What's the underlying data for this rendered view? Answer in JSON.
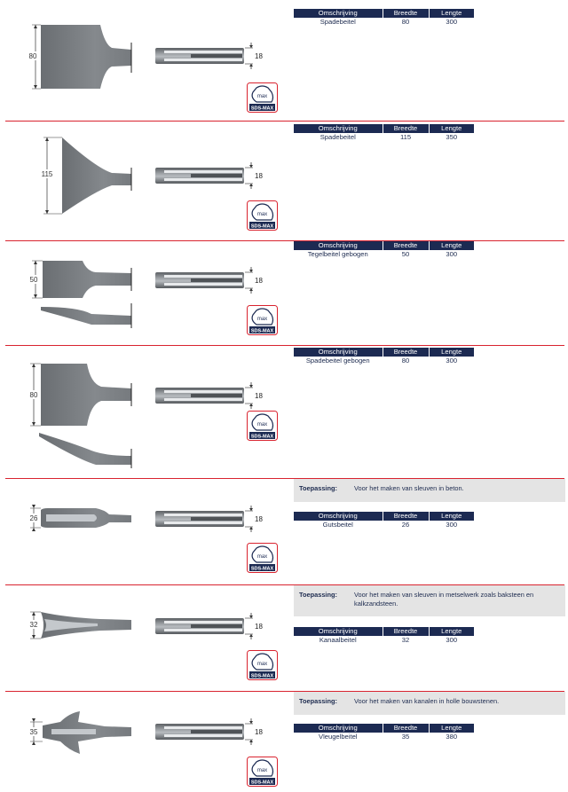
{
  "table_headers": {
    "description": "Omschrijving",
    "width": "Breedte",
    "length": "Lengte"
  },
  "application_label": "Toepassing:",
  "badge": {
    "top": "max",
    "bottom": "SDS-MAX"
  },
  "shank_dimension": "18",
  "products": [
    {
      "description": "Spadebeitel",
      "width": "80",
      "length": "300",
      "dim_label": "80",
      "application": ""
    },
    {
      "description": "Spadebeitel",
      "width": "115",
      "length": "350",
      "dim_label": "115",
      "application": ""
    },
    {
      "description": "Tegelbeitel gebogen",
      "width": "50",
      "length": "300",
      "dim_label": "50",
      "application": ""
    },
    {
      "description": "Spadebeitel gebogen",
      "width": "80",
      "length": "300",
      "dim_label": "80",
      "application": ""
    },
    {
      "description": "Gutsbeitel",
      "width": "26",
      "length": "300",
      "dim_label": "26",
      "application": "Voor het maken van sleuven in beton."
    },
    {
      "description": "Kanaalbeitel",
      "width": "32",
      "length": "300",
      "dim_label": "32",
      "application": "Voor het maken van sleuven in metselwerk zoals baksteen en kalkzandsteen."
    },
    {
      "description": "Vleugelbeitel",
      "width": "35",
      "length": "380",
      "dim_label": "35",
      "application": "Voor het maken van kanalen in holle bouwstenen."
    }
  ],
  "colors": {
    "accent": "#d9232f",
    "header_bg": "#1c2a52",
    "steel": "#7f8387",
    "application_bg": "#e4e4e4"
  }
}
